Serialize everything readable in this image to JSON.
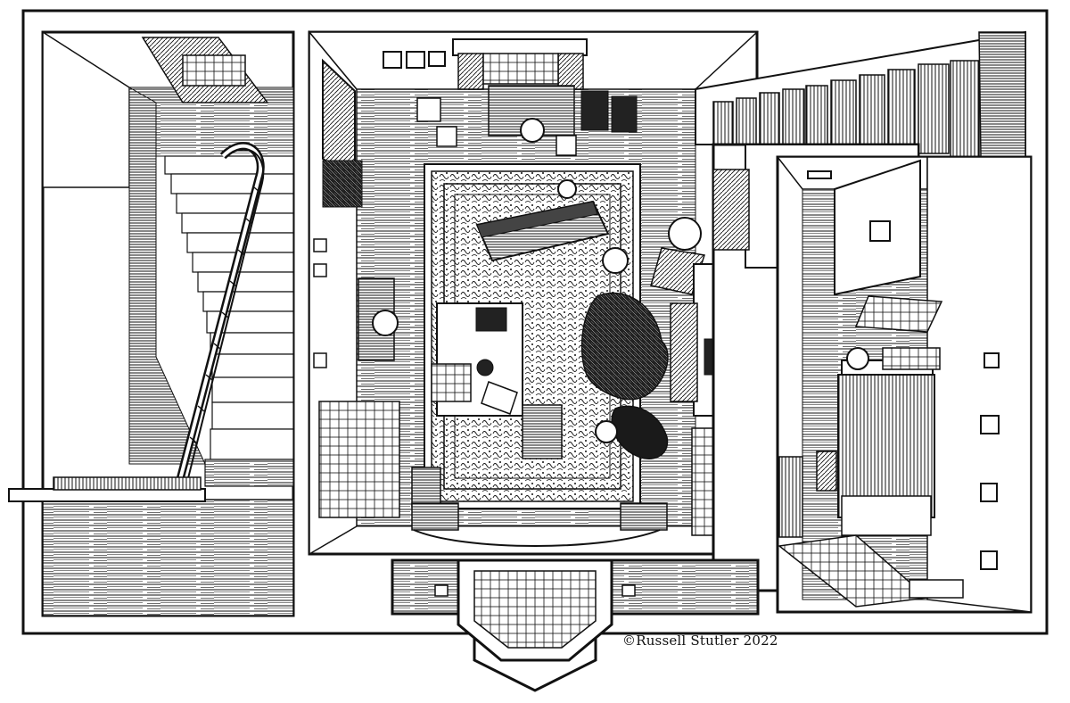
{
  "illustration": {
    "credit": "©Russell Stutler 2022",
    "ink_color": "#111111",
    "paper_color": "#ffffff",
    "rooms": [
      "stairwell",
      "sitting-room",
      "entry-hall",
      "bedroom"
    ]
  }
}
